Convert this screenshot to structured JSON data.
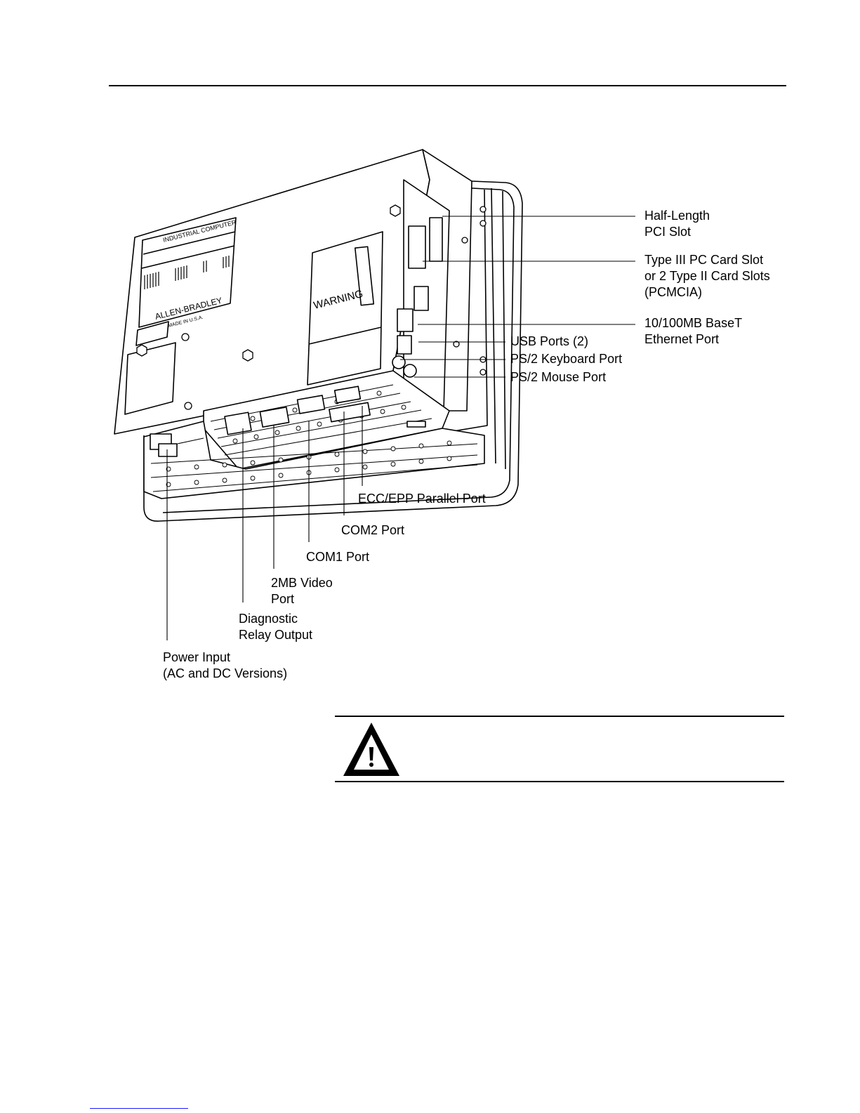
{
  "page": {
    "colors": {
      "ink": "#000000",
      "paper": "#ffffff",
      "footer_link": "#1a1aff"
    }
  },
  "device_labels": {
    "industrial_computer": "INDUSTRIAL COMPUTER",
    "brand": "ALLEN-BRADLEY",
    "made_in": "MADE IN U.S.A.",
    "warning": "WARNING",
    "icon": "device-rear-view-illustration"
  },
  "callouts": {
    "half_length_pci": {
      "line1": "Half-Length",
      "line2": "PCI Slot"
    },
    "pc_card_slot": {
      "line1": "Type III PC Card Slot",
      "line2": "or 2 Type II Card Slots",
      "line3": "(PCMCIA)"
    },
    "ethernet_port": {
      "line1": "10/100MB BaseT",
      "line2": "Ethernet Port"
    },
    "usb_ports": {
      "line1": "USB Ports (2)"
    },
    "ps2_keyboard": {
      "line1": "PS/2 Keyboard Port"
    },
    "ps2_mouse": {
      "line1": "PS/2 Mouse Port"
    },
    "parallel_port": {
      "line1": "ECC/EPP Parallel Port"
    },
    "com2": {
      "line1": "COM2 Port"
    },
    "com1": {
      "line1": "COM1 Port"
    },
    "video_port": {
      "line1": "2MB Video",
      "line2": "Port"
    },
    "diagnostic_relay": {
      "line1": "Diagnostic",
      "line2": "Relay Output"
    },
    "power_input": {
      "line1": "Power Input",
      "line2": "(AC and DC Versions)"
    }
  },
  "attention_box": {
    "icon": "warning-triangle-icon"
  }
}
